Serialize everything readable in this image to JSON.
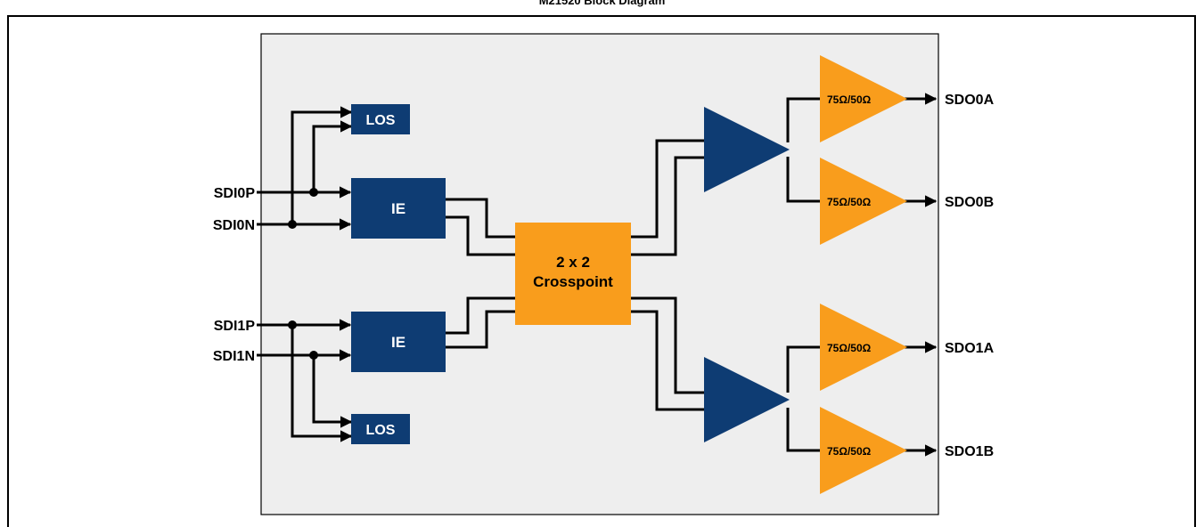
{
  "title": "M21520 Block Diagram",
  "inputs": {
    "sdi0p": "SDI0P",
    "sdi0n": "SDI0N",
    "sdi1p": "SDI1P",
    "sdi1n": "SDI1N"
  },
  "outputs": {
    "sdo0a": "SDO0A",
    "sdo0b": "SDO0B",
    "sdo1a": "SDO1A",
    "sdo1b": "SDO1B"
  },
  "blocks": {
    "los": "LOS",
    "ie": "IE",
    "crosspoint_line1": "2 x 2",
    "crosspoint_line2": "Crosspoint",
    "driver_label": "75Ω/50Ω"
  },
  "colors": {
    "navy": "#0E3C73",
    "orange": "#F99D1C",
    "chip_bg": "#EEEEEE"
  }
}
